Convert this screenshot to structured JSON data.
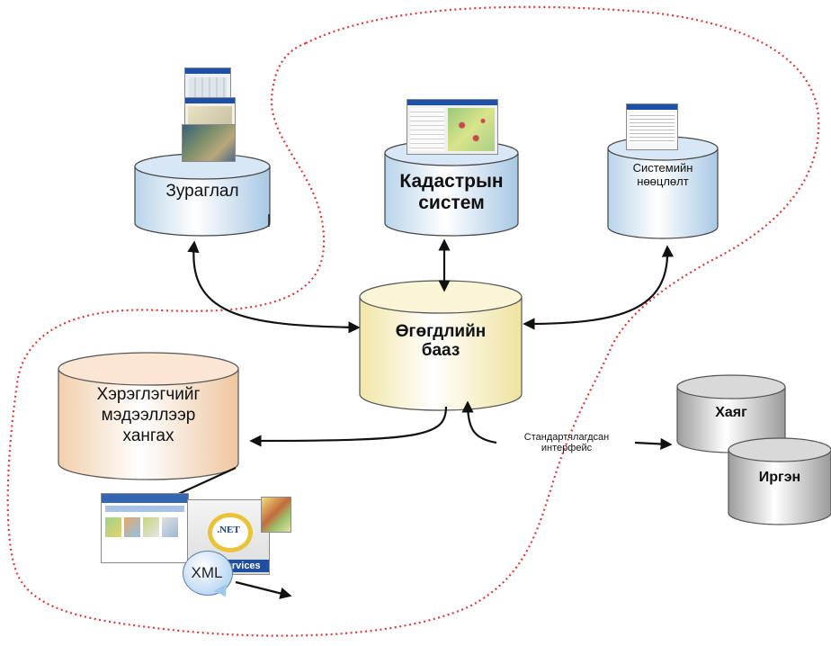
{
  "nodes": {
    "zuraglal": {
      "label": "Зураглал"
    },
    "cadastre": {
      "label": "Кадастрын\nсистем"
    },
    "security": {
      "label": "Системийн\nнөөцлөлт"
    },
    "database": {
      "label": "Өгөгдлийн\nбааз"
    },
    "users": {
      "label": "Хэрэглэгчийг\nмэдээллээр\nхангах"
    },
    "address": {
      "label": "Хаяг"
    },
    "citizen": {
      "label": "Иргэн"
    }
  },
  "interface_label": "Стандартчлагдсан\nинтерфейс",
  "web_services": {
    "label": "Web Services",
    "net_label": ".NET"
  },
  "xml_label": "XML",
  "colors": {
    "boundary": "#e03a3a",
    "arrow": "#111111",
    "cyl_blue_light": "#ffffff",
    "cyl_blue_dark": "#b9d4ea",
    "cyl_yellow_light": "#ffffff",
    "cyl_yellow_dark": "#f4ebb4",
    "cyl_peach_light": "#ffffff",
    "cyl_peach_dark": "#f2cfac",
    "cyl_gray_light": "#ffffff",
    "cyl_gray_dark": "#a9a9a9"
  }
}
